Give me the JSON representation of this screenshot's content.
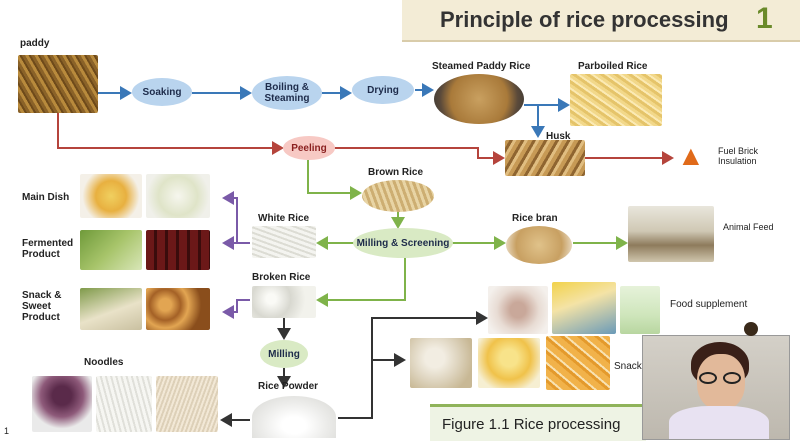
{
  "title": {
    "text": "Principle of rice processing",
    "number": "1"
  },
  "labels": {
    "paddy": "paddy",
    "steamed_paddy_rice": "Steamed Paddy Rice",
    "parboiled_rice": "Parboiled Rice",
    "husk": "Husk",
    "fuel_brick": "Fuel Brick\nInsulation",
    "brown_rice": "Brown Rice",
    "rice_bran": "Rice bran",
    "animal_feed": "Animal Feed",
    "main_dish": "Main Dish",
    "fermented_product": "Fermented\nProduct",
    "snack_sweet": "Snack &\nSweet\nProduct",
    "white_rice": "White Rice",
    "broken_rice": "Broken Rice",
    "rice_powder": "Rice Powder",
    "noodles": "Noodles",
    "food_supplement": "Food supplement",
    "snack": "Snack",
    "page_num": "1"
  },
  "process_nodes": {
    "soaking": "Soaking",
    "boiling": "Boiling &\nSteaming",
    "drying": "Drying",
    "peeling": "Peeling",
    "milling_screening": "Milling & Screening",
    "milling": "Milling"
  },
  "caption": "Figure 1.1 Rice processing",
  "colors": {
    "blue_flow": "#3a78b8",
    "red_flow": "#b5443c",
    "green_flow": "#7fb34a",
    "purple_flow": "#7a5aa8",
    "dark_flow": "#333333",
    "title_bg": "#f3ecd6",
    "title_accent": "#6a8a2a"
  }
}
